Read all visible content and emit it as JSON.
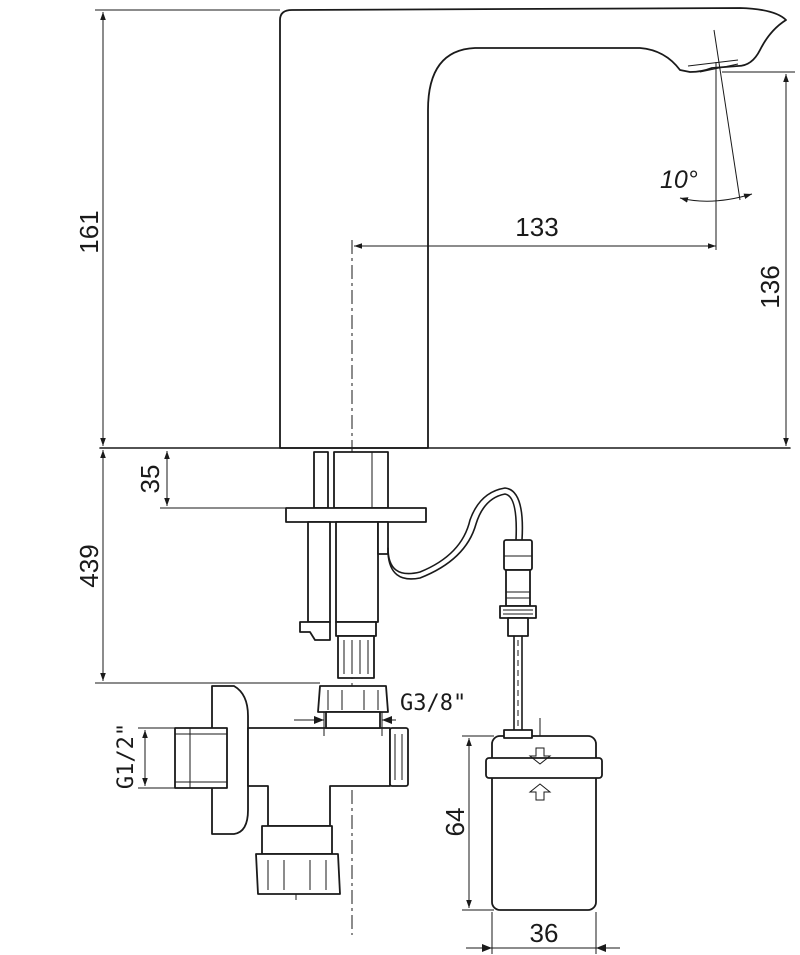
{
  "dimensions": {
    "overall_height": "161",
    "spout_reach": "133",
    "spout_height": "136",
    "spray_angle": "10°",
    "base_thickness": "35",
    "below_deck": "439",
    "inlet_thread": "G3/8\"",
    "supply_thread": "G1/2\"",
    "box_height": "64",
    "box_width": "36"
  },
  "colors": {
    "line": "#1a1a1a",
    "background": "#ffffff"
  }
}
